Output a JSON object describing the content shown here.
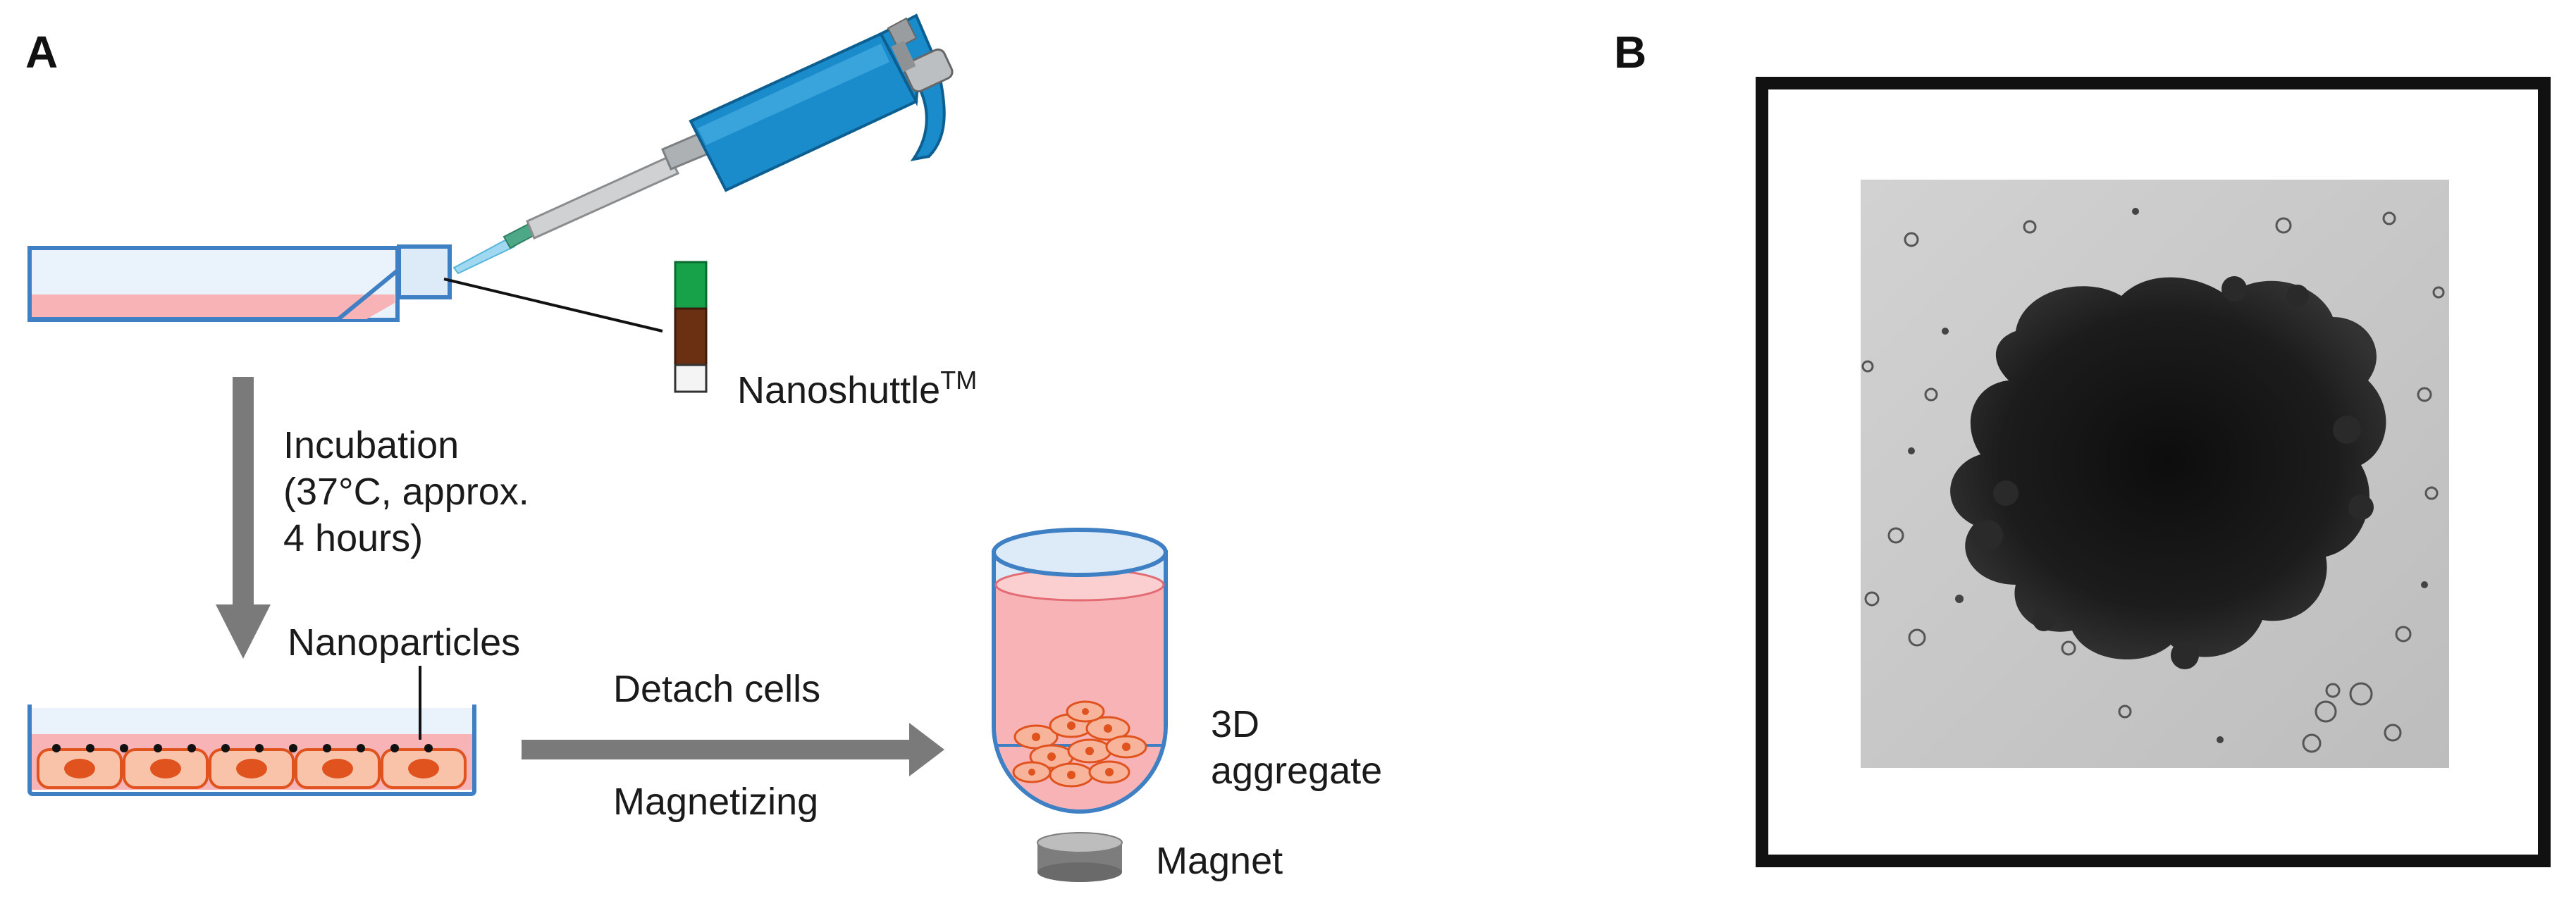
{
  "panels": {
    "a_label": "A",
    "b_label": "B"
  },
  "labels": {
    "nanoshuttle": "Nanoshuttle",
    "nanoshuttle_sup": "TM",
    "incubation_line1": "Incubation",
    "incubation_line2": "(37°C, approx.",
    "incubation_line3": "4 hours)",
    "nanoparticles": "Nanoparticles",
    "detach_cells": "Detach cells",
    "magnetizing": "Magnetizing",
    "aggregate_line1": "3D",
    "aggregate_line2": "aggregate",
    "magnet": "Magnet"
  },
  "colors": {
    "pipette_blue": "#1a8ccc",
    "pipette_dark": "#0e5f91",
    "flask_outline": "#3f7fc4",
    "flask_glass": "#dcebf7",
    "media_pink": "#f7b3b6",
    "cell_orange": "#f08a5d",
    "cell_nucleus": "#e0531f",
    "arrow_gray": "#7a7a7a",
    "tube_green": "#17a24a",
    "tube_brown": "#6b2f12",
    "micrograph_dark": "#151515",
    "micrograph_bg": "#c9c9c9"
  },
  "icons": {
    "pipette": "pipette-icon",
    "flask": "culture-flask-icon",
    "tube": "reagent-tube-icon",
    "dish": "culture-dish-icon",
    "conical_tube": "conical-tube-icon",
    "magnet": "magnet-icon",
    "micrograph": "micrograph-image"
  }
}
